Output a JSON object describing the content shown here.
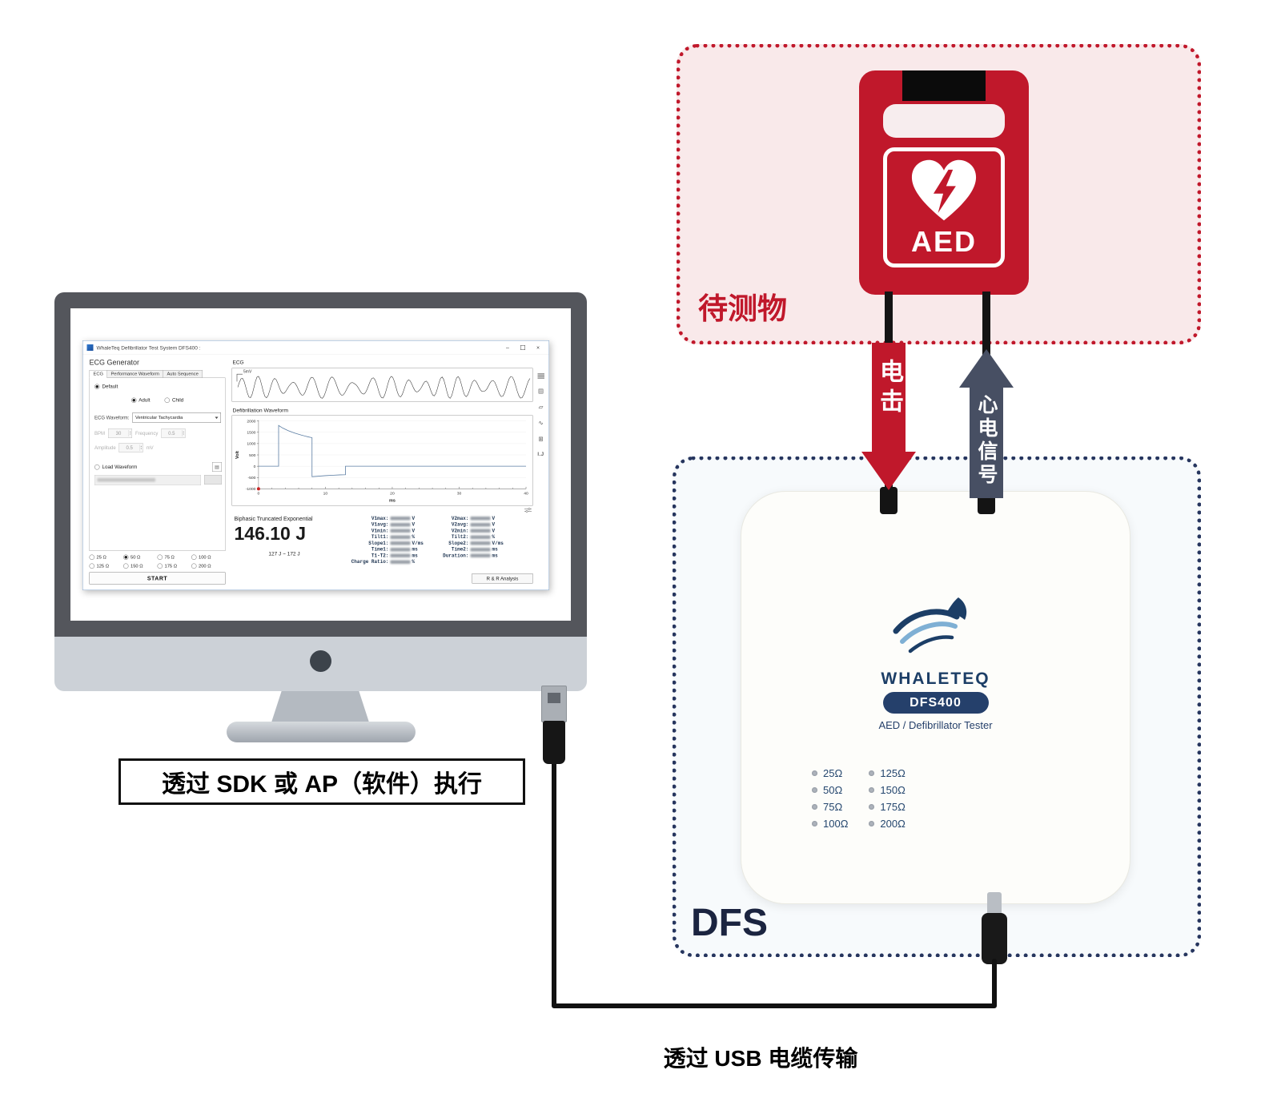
{
  "labels": {
    "dut": "待测物",
    "shock": "电击",
    "ecg_signal": "心电信号",
    "aed": "AED",
    "dfs": "DFS",
    "sdk_caption": "透过 SDK 或 AP（软件）执行",
    "usb_caption": "透过 USB 电缆传输"
  },
  "colors": {
    "red": "#c0182b",
    "pink_fill": "#f9e9ea",
    "navy": "#25406b",
    "dfs_border": "#26355e",
    "arrow_gray": "#474f63"
  },
  "dfs_device": {
    "brand": "WHALETEQ",
    "model": "DFS400",
    "subtitle": "AED / Defibrillator Tester",
    "leds": [
      "25Ω",
      "50Ω",
      "75Ω",
      "100Ω",
      "125Ω",
      "150Ω",
      "175Ω",
      "200Ω"
    ]
  },
  "software": {
    "title": "WhaleTeq Defibrillator Test System DFS400 :",
    "sidebar_icons": [
      "menu",
      "report",
      "folder",
      "waveform",
      "chart-window",
      "curve-compare"
    ],
    "generator": {
      "heading": "ECG Generator",
      "tabs": [
        "ECG",
        "Performance Waveform",
        "Auto Sequence"
      ],
      "default_label": "Default",
      "adult_label": "Adult",
      "child_label": "Child",
      "waveform_label": "ECG Waveform:",
      "waveform_value": "Ventricular Tachycardia",
      "bpm_label": "BPM",
      "bpm_value": "30",
      "freq_label": "Frequency",
      "freq_value": "0.5",
      "amp_label": "Amplitude",
      "amp_value": "0.5",
      "amp_unit": "mV",
      "load_label": "Load Waveform",
      "impedance": [
        "25 Ω",
        "50 Ω",
        "75 Ω",
        "100 Ω",
        "125 Ω",
        "150 Ω",
        "175 Ω",
        "200 Ω"
      ],
      "selected_impedance": "50 Ω",
      "start_label": "START"
    },
    "ecg_panel": {
      "title": "ECG",
      "scale_marker": "5mV"
    },
    "defib_chart": {
      "type": "line",
      "title": "Defibrillation Waveform",
      "ylabel": "Volt",
      "xlabel": "ms",
      "ylim": [
        -1000,
        2000
      ],
      "xlim": [
        0,
        40
      ],
      "yticks": [
        2000,
        1500,
        1000,
        500,
        0,
        -500,
        -1000
      ],
      "xticks": [
        0,
        10,
        20,
        30,
        40
      ],
      "points": [
        [
          0,
          0
        ],
        [
          3,
          0
        ],
        [
          3,
          1800
        ],
        [
          3.6,
          1690
        ],
        [
          4.4,
          1575
        ],
        [
          5.4,
          1465
        ],
        [
          6.4,
          1375
        ],
        [
          7.4,
          1300
        ],
        [
          8,
          1260
        ],
        [
          8,
          -460
        ],
        [
          9,
          -438
        ],
        [
          10,
          -418
        ],
        [
          11.2,
          -398
        ],
        [
          12.2,
          -383
        ],
        [
          13,
          -375
        ],
        [
          13,
          0
        ],
        [
          40,
          0
        ]
      ]
    },
    "result": {
      "waveform_name": "Biphasic Truncated Exponential",
      "energy": "146.10 J",
      "energy_range": "127 J ~ 172 J",
      "analysis_button": "R & R Analysis",
      "measurements": [
        {
          "l1": "V1max:",
          "u1": "V",
          "l2": "V2max:",
          "u2": "V"
        },
        {
          "l1": "V1avg:",
          "u1": "V",
          "l2": "V2avg:",
          "u2": "V"
        },
        {
          "l1": "V1min:",
          "u1": "V",
          "l2": "V2min:",
          "u2": "V"
        },
        {
          "l1": "Tilt1:",
          "u1": "%",
          "l2": "Tilt2:",
          "u2": "%"
        },
        {
          "l1": "Slope1:",
          "u1": "V/ms",
          "l2": "Slope2:",
          "u2": "V/ms"
        },
        {
          "l1": "Time1:",
          "u1": "ms",
          "l2": "Time2:",
          "u2": "ms"
        },
        {
          "l1": "T1-T2:",
          "u1": "ms",
          "l2": "Duration:",
          "u2": "ms"
        },
        {
          "l1": "Charge Ratio:",
          "u1": "%",
          "l2": "",
          "u2": ""
        }
      ]
    }
  }
}
